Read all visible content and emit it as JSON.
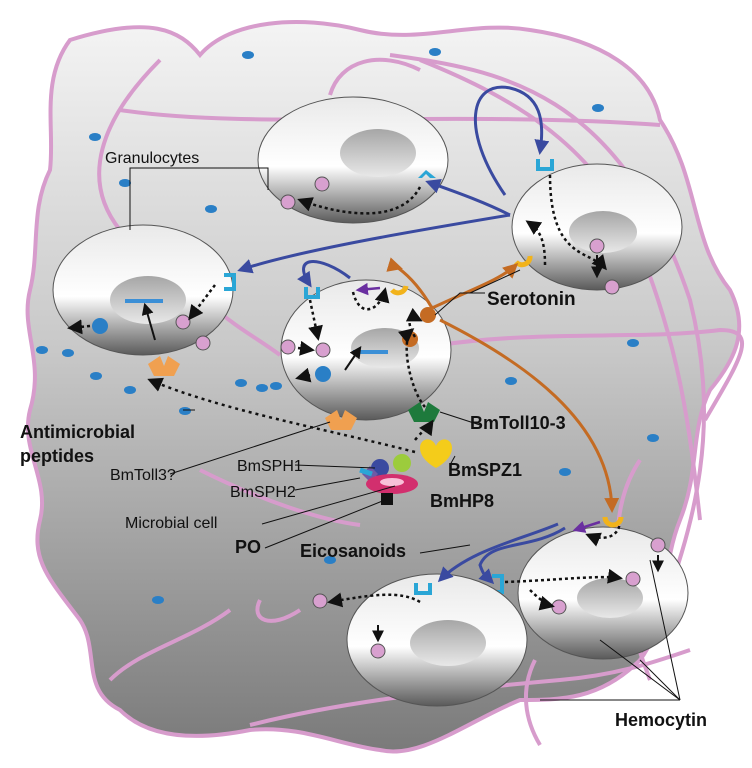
{
  "labels": {
    "granulocytes": "Granulocytes",
    "serotonin": "Serotonin",
    "bmtoll10_3": "BmToll10-3",
    "antimicrobial_line1": "Antimicrobial",
    "antimicrobial_line2": "peptides",
    "bmtoll3": "BmToll3?",
    "bmsph1": "BmSPH1",
    "bmsph2": "BmSPH2",
    "bmspz1": "BmSPZ1",
    "bmhp8": "BmHP8",
    "microbial_cell": "Microbial cell",
    "po": "PO",
    "eicosanoids": "Eicosanoids",
    "hemocytin": "Hemocytin"
  },
  "colors": {
    "fibers": "#d79ccc",
    "signal_blue": "#3a4aa0",
    "serotonin_orange": "#c46b23",
    "receptor_cyan": "#2aa6d6",
    "receptor_yellow": "#f2b31b",
    "toll_orange": "#f0a050",
    "toll_green": "#1e7a3c",
    "dot_blue": "#2a7fc6",
    "vesicle_pink": "#d8a0cf",
    "spz_yellow": "#f4cc1a",
    "hp8_green": "#9ccc3c",
    "microbe_red": "#d22f6e",
    "arrow_purple": "#6a2fa0"
  },
  "icons": [
    "receptor-icon",
    "toll-receptor-icon",
    "vesicle-icon",
    "antimicrobial-dot-icon",
    "microbial-cell-icon"
  ]
}
